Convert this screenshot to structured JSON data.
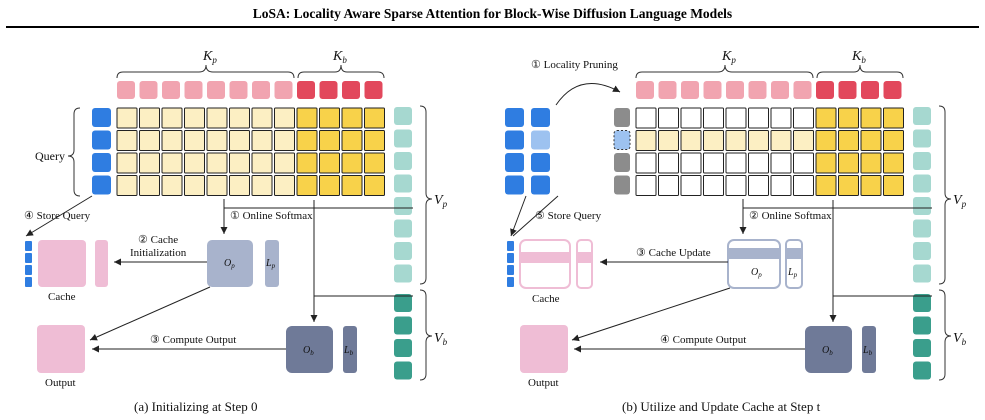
{
  "header": {
    "title": "LoSA: Locality Aware Sparse Attention for Block-Wise Diffusion Language Models"
  },
  "colors": {
    "query_blue": "#2f7de1",
    "query_blue_light": "#9dc2f0",
    "key_prefix_pink": "#f1a4b0",
    "key_block_red": "#e2485c",
    "value_teal": "#a6d8d0",
    "value_block_teal": "#3a9e8c",
    "cell_light_yellow": "#fcefc3",
    "cell_yellow": "#f8d24a",
    "cell_empty": "#ffffff",
    "pruned_gray": "#8c8c8c",
    "output_pink": "#efbdd5",
    "partial_output_blue": "#a8b3cc",
    "block_output_slate": "#6f7a98"
  },
  "panel_a": {
    "caption": "(a) Initializing at Step 0",
    "kp": "K",
    "kp_sub": "p",
    "kb": "K",
    "kb_sub": "b",
    "vp": "V",
    "vp_sub": "p",
    "vb": "V",
    "vb_sub": "b",
    "query": "Query",
    "store_query": "④ Store Query",
    "online_softmax": "① Online Softmax",
    "cache_init_1": "② Cache",
    "cache_init_2": "Initialization",
    "compute_output": "③ Compute Output",
    "cache": "Cache",
    "output": "Output",
    "op": "O",
    "op_sub": "p",
    "lp": "L",
    "lp_sub": "p",
    "ob": "O",
    "ob_sub": "b",
    "lb": "L",
    "lb_sub": "b"
  },
  "panel_b": {
    "caption": "(b) Utilize and Update Cache at Step t",
    "locality_pruning": "① Locality Pruning",
    "kp": "K",
    "kp_sub": "p",
    "kb": "K",
    "kb_sub": "b",
    "vp": "V",
    "vp_sub": "p",
    "vb": "V",
    "vb_sub": "b",
    "store_query": "⑤ Store Query",
    "online_softmax": "② Online Softmax",
    "cache_update": "③ Cache Update",
    "compute_output": "④ Compute Output",
    "cache": "Cache",
    "output": "Output",
    "op": "O",
    "op_sub": "p",
    "lp": "L",
    "lp_sub": "p",
    "ob": "O",
    "ob_sub": "b",
    "lb": "L",
    "lb_sub": "b"
  }
}
